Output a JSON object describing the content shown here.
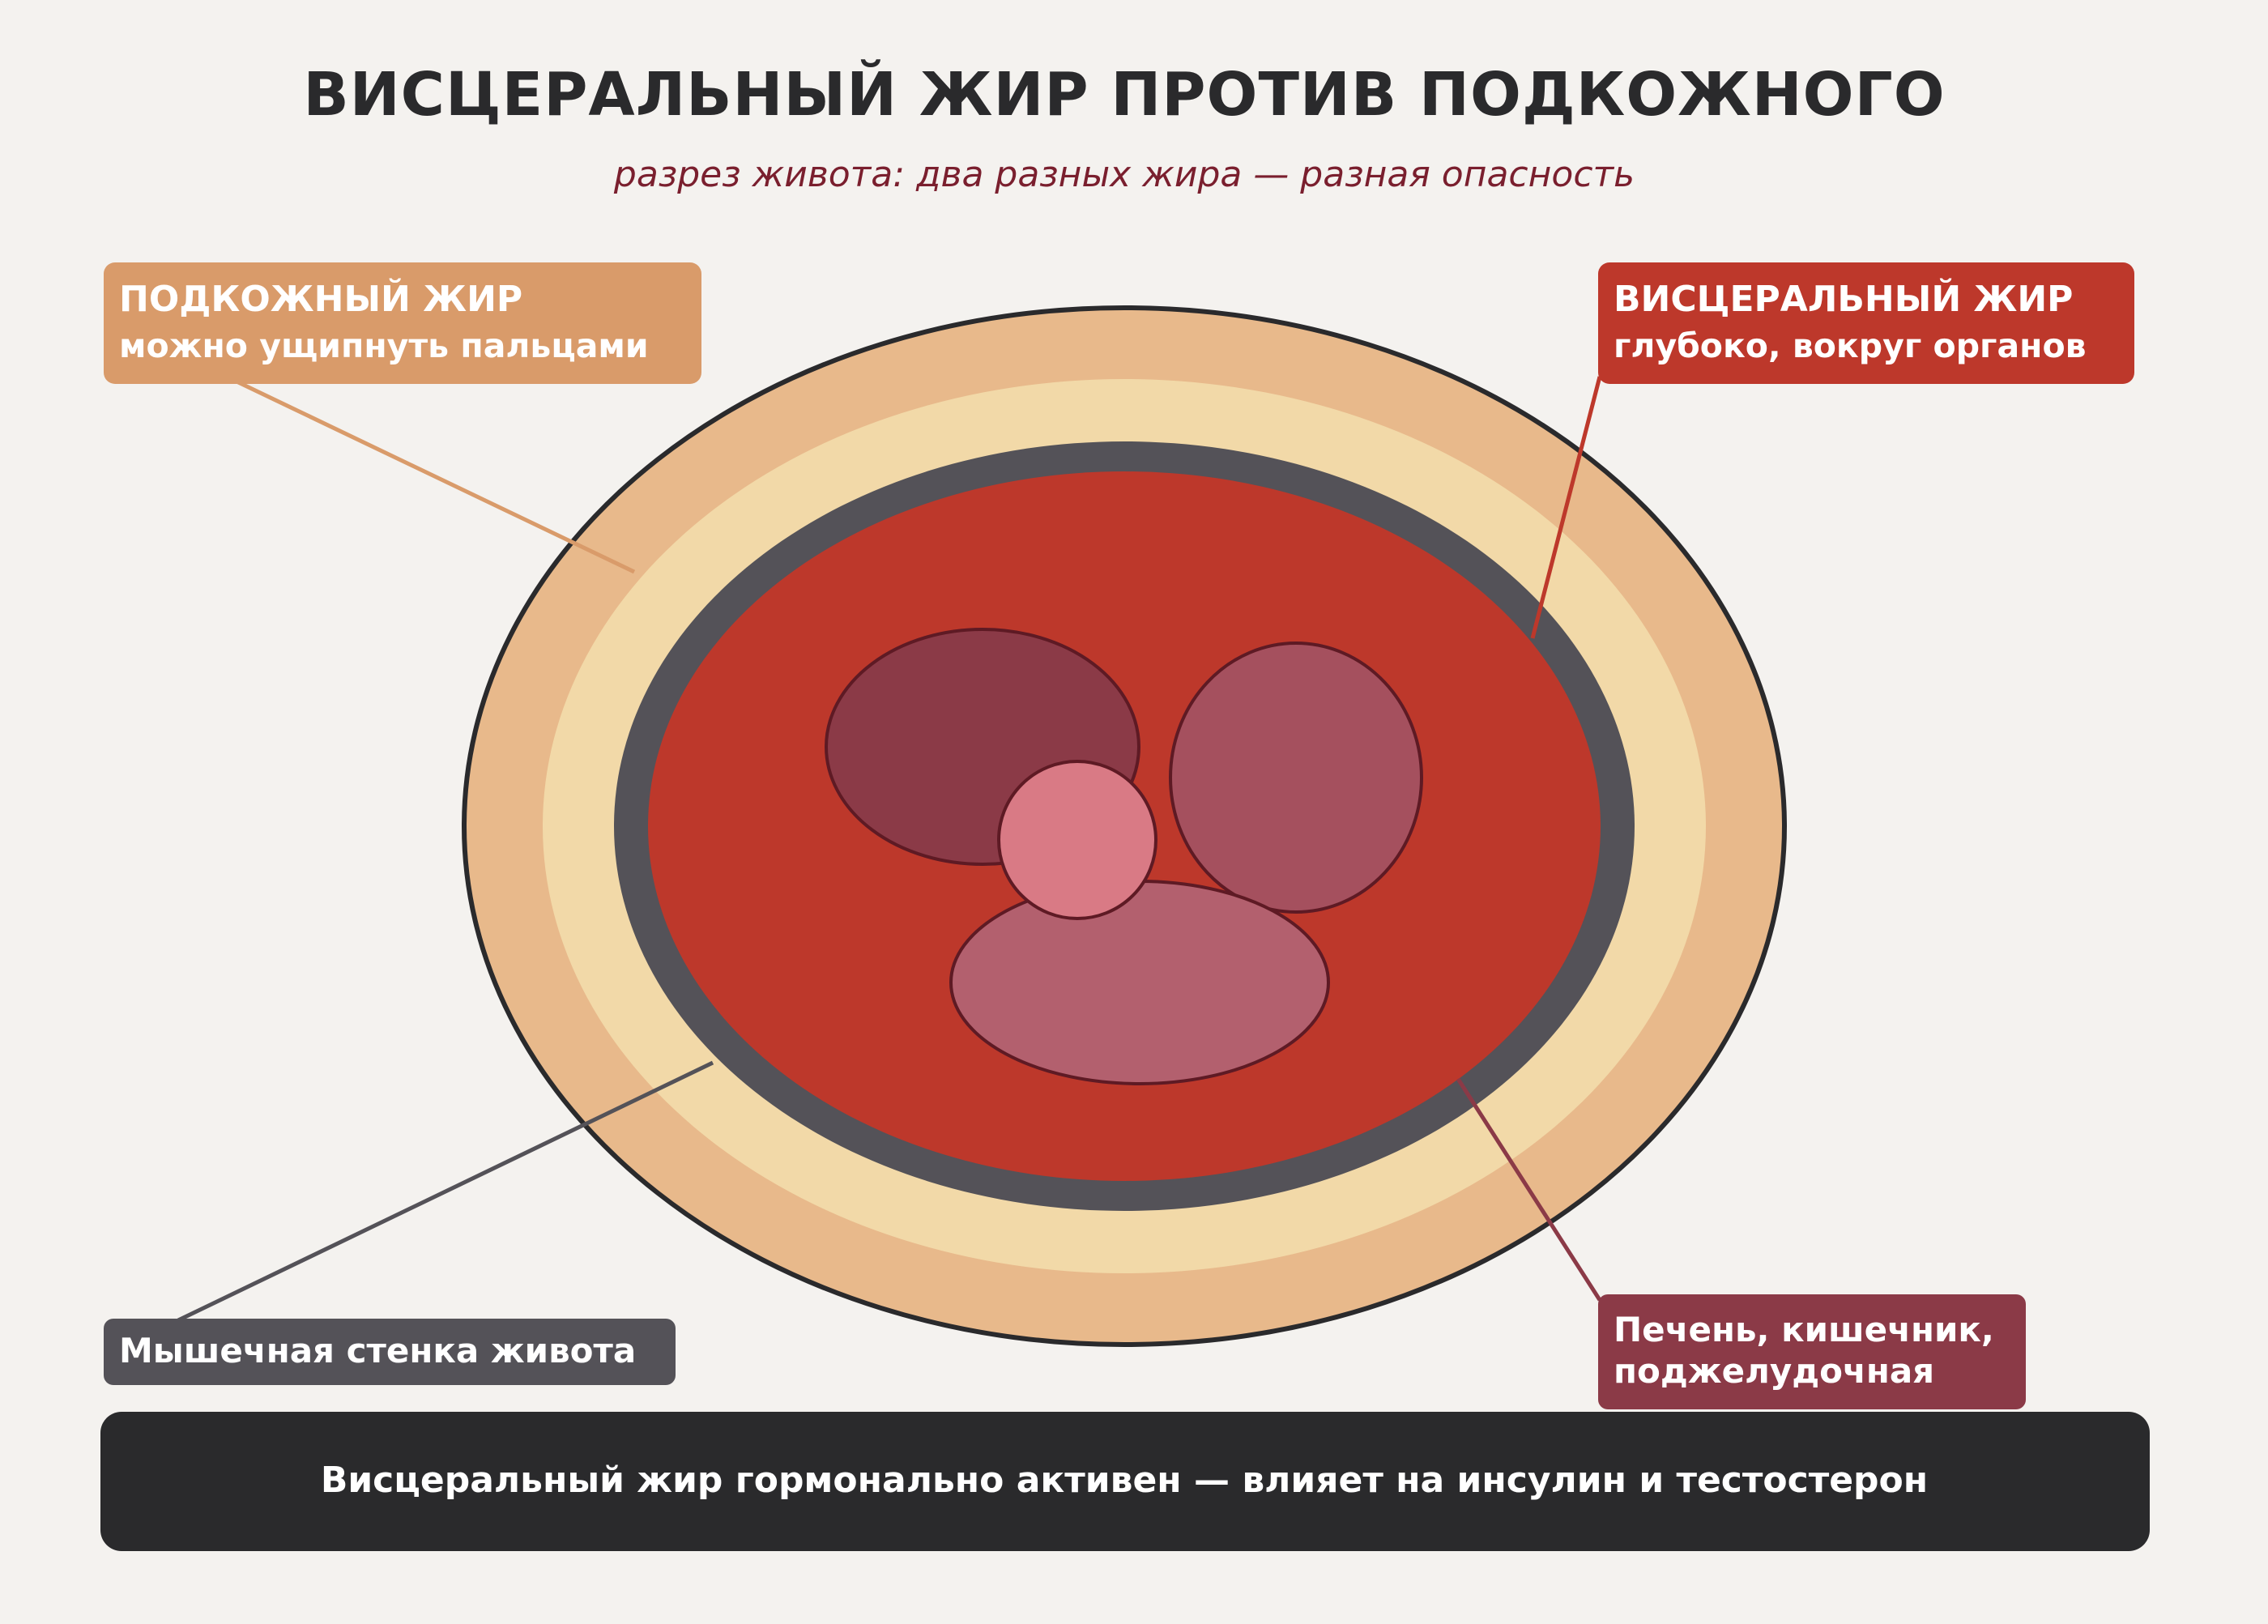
{
  "title": "ВИСЦЕРАЛЬНЫЙ ЖИР ПРОТИВ ПОДКОЖНОГО",
  "subtitle": "разрез живота: два разных жира — разная опасность",
  "labels": {
    "subcutaneous": {
      "line1": "ПОДКОЖНЫЙ ЖИР",
      "line2": "можно ущипнуть пальцами",
      "color": "#d99b6a"
    },
    "visceral": {
      "line1": "ВИСЦЕРАЛЬНЫЙ ЖИР",
      "line2": "глубоко, вокруг органов",
      "color": "#bd382b"
    },
    "muscle": {
      "line1": "Мышечная стенка живота",
      "color": "#545258"
    },
    "organs": {
      "line1": "Печень, кишечник,",
      "line2": "поджелудочная",
      "color": "#8b3a47"
    }
  },
  "footer": {
    "text": "Висцеральный жир гормонально активен — влияет на инсулин и тестостерон",
    "color": "#2a2a2c"
  },
  "colors": {
    "background": "#f4f2ef",
    "outer_fat": "#e8b98b",
    "inner_fat": "#f2d9a8",
    "muscle_wall": "#545258",
    "visceral_fat": "#bd382b",
    "organ_dark": "#8b3a47",
    "organ_mid": "#a5505e",
    "organ_light": "#b3606e",
    "organ_pink": "#d97a85"
  }
}
